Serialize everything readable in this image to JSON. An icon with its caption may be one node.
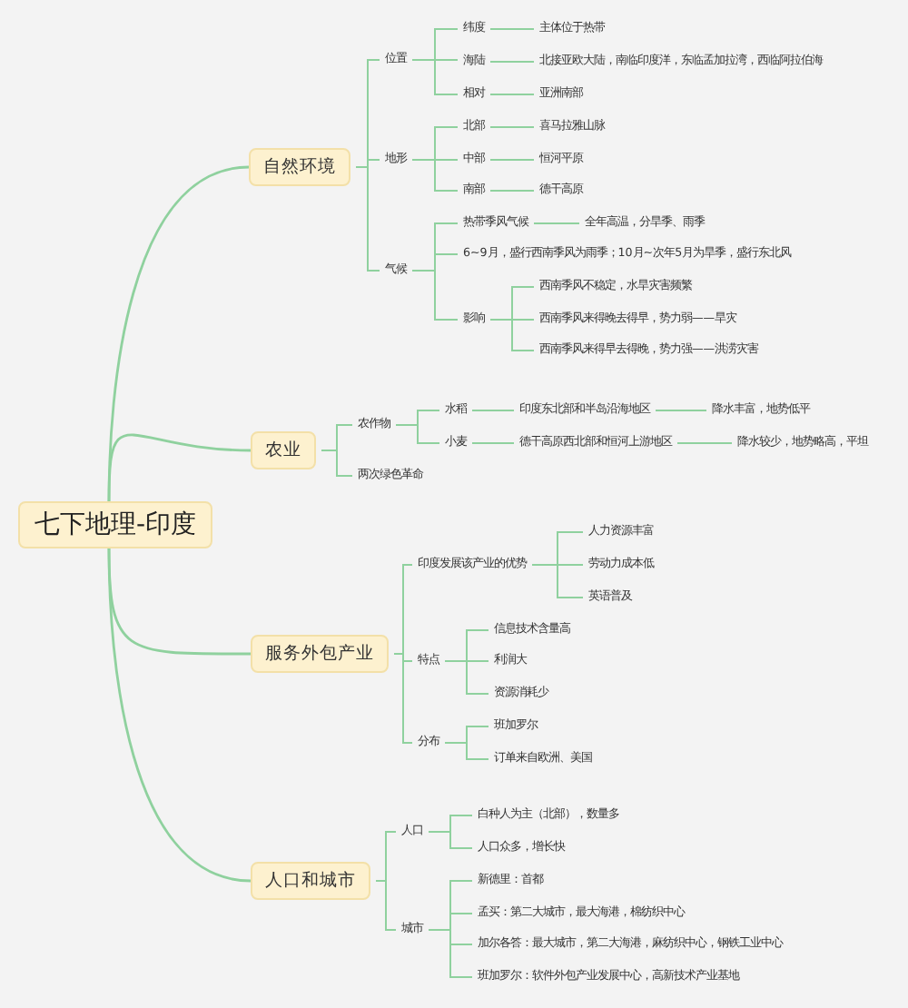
{
  "diagram": {
    "nodes": [
      {
        "text": [
          "七下地理-印度"
        ]
      },
      {
        "text": [
          "自然环境"
        ]
      },
      {
        "text": [
          "位置"
        ]
      },
      {
        "text": [
          "纬度"
        ]
      },
      {
        "text": [
          "主体位于热带"
        ]
      },
      {
        "text": [
          "海陆"
        ]
      },
      {
        "text": [
          "北接亚欧大陆，南临印度洋，东临孟加拉湾，西临阿拉伯海"
        ]
      },
      {
        "text": [
          "相对"
        ]
      },
      {
        "text": [
          "亚洲南部"
        ]
      },
      {
        "text": [
          "地形"
        ]
      },
      {
        "text": [
          "北部"
        ]
      },
      {
        "text": [
          "喜马拉雅山脉"
        ]
      },
      {
        "text": [
          "中部"
        ]
      },
      {
        "text": [
          "恒河平原"
        ]
      },
      {
        "text": [
          "南部"
        ]
      },
      {
        "text": [
          "德干高原"
        ]
      },
      {
        "text": [
          "气候"
        ]
      },
      {
        "text": [
          "热带季风气候"
        ]
      },
      {
        "text": [
          "全年高温，分旱季、雨季"
        ]
      },
      {
        "text": [
          "6~9月，盛行西南季风为雨季；10月~次年5月为旱季，盛行东北风"
        ]
      },
      {
        "text": [
          "影响"
        ]
      },
      {
        "text": [
          "西南季风不稳定，水旱灾害频繁"
        ]
      },
      {
        "text": [
          "西南季风来得晚去得早，势力弱——旱灾"
        ]
      },
      {
        "text": [
          "西南季风来得早去得晚，势力强——洪涝灾害"
        ]
      },
      {
        "text": [
          "农业"
        ]
      },
      {
        "text": [
          "农作物"
        ]
      },
      {
        "text": [
          "水稻"
        ]
      },
      {
        "text": [
          "印度东北部和半岛沿海地区"
        ]
      },
      {
        "text": [
          "降水丰富，地势低平"
        ]
      },
      {
        "text": [
          "小麦"
        ]
      },
      {
        "text": [
          "德干高原西北部和恒河上游地区"
        ]
      },
      {
        "text": [
          "降水较少，地势略高，平坦"
        ]
      },
      {
        "text": [
          "两次绿色革命"
        ]
      },
      {
        "text": [
          "服务外包产业"
        ]
      },
      {
        "text": [
          "印度发展该产业的优势"
        ]
      },
      {
        "text": [
          "人力资源丰富"
        ]
      },
      {
        "text": [
          "劳动力成本低"
        ]
      },
      {
        "text": [
          "英语普及"
        ]
      },
      {
        "text": [
          "特点"
        ]
      },
      {
        "text": [
          "信息技术含量高"
        ]
      },
      {
        "text": [
          "利润大"
        ]
      },
      {
        "text": [
          "资源消耗少"
        ]
      },
      {
        "text": [
          "分布"
        ]
      },
      {
        "text": [
          "班加罗尔"
        ]
      },
      {
        "text": [
          "订单来自欧洲、美国"
        ]
      },
      {
        "text": [
          "人口和城市"
        ]
      },
      {
        "text": [
          "人口"
        ]
      },
      {
        "text": [
          "白种人为主（北部），数量多"
        ]
      },
      {
        "text": [
          "人口众多，增长快"
        ]
      },
      {
        "text": [
          "城市"
        ]
      },
      {
        "text": [
          "新德里：首都"
        ]
      },
      {
        "text": [
          "孟买：第二大城市，最大海港，棉纺织中心"
        ]
      },
      {
        "text": [
          "加尔各答：最大城市，第二大海港，麻纺织中心，钢铁工业中心"
        ]
      },
      {
        "text": [
          "班加罗尔：软件外包产业发展中心，高新技术产业基地"
        ]
      }
    ],
    "edges": [
      {
        "from": 0,
        "to": 1,
        "arrow": "none"
      },
      {
        "from": 0,
        "to": 24,
        "arrow": "none"
      },
      {
        "from": 0,
        "to": 33,
        "arrow": "none"
      },
      {
        "from": 0,
        "to": 45,
        "arrow": "none"
      },
      {
        "from": 1,
        "to": 2,
        "arrow": "none"
      },
      {
        "from": 1,
        "to": 9,
        "arrow": "none"
      },
      {
        "from": 1,
        "to": 16,
        "arrow": "none"
      },
      {
        "from": 2,
        "to": 3,
        "arrow": "none"
      },
      {
        "from": 2,
        "to": 5,
        "arrow": "none"
      },
      {
        "from": 2,
        "to": 7,
        "arrow": "none"
      },
      {
        "from": 3,
        "to": 4,
        "arrow": "none"
      },
      {
        "from": 5,
        "to": 6,
        "arrow": "none"
      },
      {
        "from": 7,
        "to": 8,
        "arrow": "none"
      },
      {
        "from": 9,
        "to": 10,
        "arrow": "none"
      },
      {
        "from": 9,
        "to": 12,
        "arrow": "none"
      },
      {
        "from": 9,
        "to": 14,
        "arrow": "none"
      },
      {
        "from": 10,
        "to": 11,
        "arrow": "none"
      },
      {
        "from": 12,
        "to": 13,
        "arrow": "none"
      },
      {
        "from": 14,
        "to": 15,
        "arrow": "none"
      },
      {
        "from": 16,
        "to": 17,
        "arrow": "none"
      },
      {
        "from": 16,
        "to": 19,
        "arrow": "none"
      },
      {
        "from": 16,
        "to": 20,
        "arrow": "none"
      },
      {
        "from": 17,
        "to": 18,
        "arrow": "none"
      },
      {
        "from": 20,
        "to": 21,
        "arrow": "none"
      },
      {
        "from": 20,
        "to": 22,
        "arrow": "none"
      },
      {
        "from": 20,
        "to": 23,
        "arrow": "none"
      },
      {
        "from": 24,
        "to": 25,
        "arrow": "none"
      },
      {
        "from": 24,
        "to": 32,
        "arrow": "none"
      },
      {
        "from": 25,
        "to": 26,
        "arrow": "none"
      },
      {
        "from": 25,
        "to": 29,
        "arrow": "none"
      },
      {
        "from": 26,
        "to": 27,
        "arrow": "none"
      },
      {
        "from": 27,
        "to": 28,
        "arrow": "none"
      },
      {
        "from": 29,
        "to": 30,
        "arrow": "none"
      },
      {
        "from": 30,
        "to": 31,
        "arrow": "none"
      },
      {
        "from": 33,
        "to": 34,
        "arrow": "none"
      },
      {
        "from": 33,
        "to": 38,
        "arrow": "none"
      },
      {
        "from": 33,
        "to": 42,
        "arrow": "none"
      },
      {
        "from": 34,
        "to": 35,
        "arrow": "none"
      },
      {
        "from": 34,
        "to": 36,
        "arrow": "none"
      },
      {
        "from": 34,
        "to": 37,
        "arrow": "none"
      },
      {
        "from": 38,
        "to": 39,
        "arrow": "none"
      },
      {
        "from": 38,
        "to": 40,
        "arrow": "none"
      },
      {
        "from": 38,
        "to": 41,
        "arrow": "none"
      },
      {
        "from": 42,
        "to": 43,
        "arrow": "none"
      },
      {
        "from": 42,
        "to": 44,
        "arrow": "none"
      },
      {
        "from": 45,
        "to": 46,
        "arrow": "none"
      },
      {
        "from": 45,
        "to": 49,
        "arrow": "none"
      },
      {
        "from": 46,
        "to": 47,
        "arrow": "none"
      },
      {
        "from": 46,
        "to": 48,
        "arrow": "none"
      },
      {
        "from": 49,
        "to": 50,
        "arrow": "none"
      },
      {
        "from": 49,
        "to": 51,
        "arrow": "none"
      },
      {
        "from": 49,
        "to": 52,
        "arrow": "none"
      },
      {
        "from": 49,
        "to": 53,
        "arrow": "none"
      }
    ]
  }
}
